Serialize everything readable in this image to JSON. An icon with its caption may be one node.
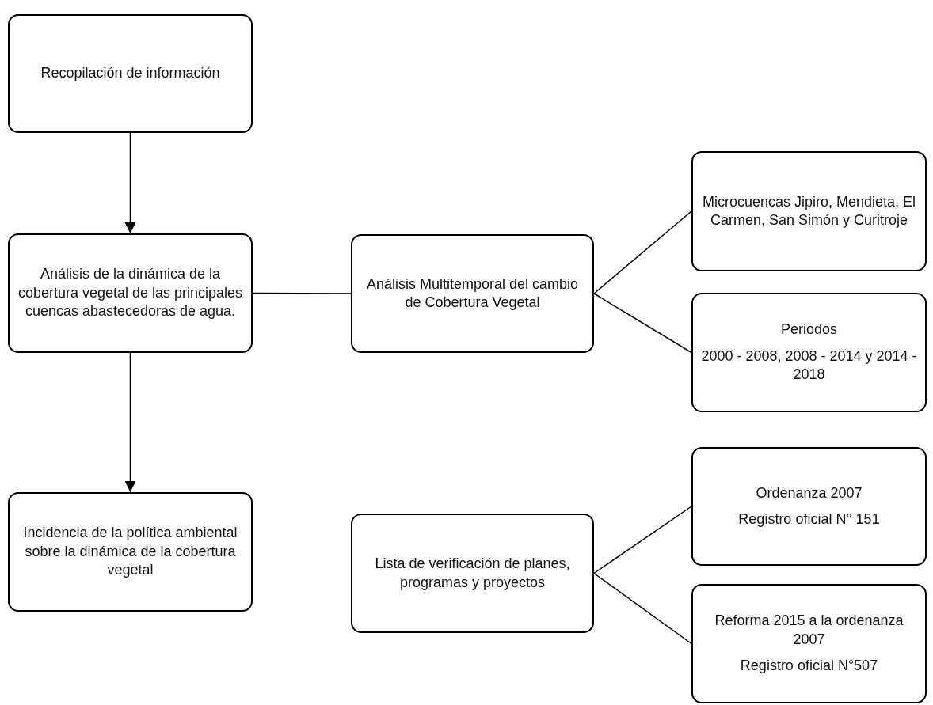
{
  "diagram": {
    "nodes": [
      {
        "text": [
          "Recopilación de información"
        ]
      },
      {
        "text": [
          "Análisis de la dinámica de la cobertura vegetal de las principales cuencas abastecedoras de agua."
        ]
      },
      {
        "text": [
          "Análisis Multitemporal del cambio de Cobertura Vegetal"
        ]
      },
      {
        "text": [
          "Microcuencas Jipiro, Mendieta, El Carmen, San Simón y Curitroje"
        ]
      },
      {
        "text": [
          "Periodos",
          "2000 - 2008, 2008 - 2014 y 2014 - 2018"
        ]
      },
      {
        "text": [
          "Incidencia de la política ambiental sobre la dinámica de la cobertura vegetal"
        ]
      },
      {
        "text": [
          "Lista de verificación de planes, programas y proyectos"
        ]
      },
      {
        "text": [
          "Ordenanza 2007",
          "Registro oficial N° 151"
        ]
      },
      {
        "text": [
          "Reforma 2015 a la ordenanza 2007",
          "Registro oficial N°507"
        ]
      }
    ],
    "edges": [
      {
        "from": 0,
        "to": 1,
        "arrow": "to"
      },
      {
        "from": 1,
        "to": 5,
        "arrow": "to"
      },
      {
        "from": 1,
        "to": 2,
        "arrow": "none"
      },
      {
        "from": 2,
        "to": 3,
        "arrow": "none"
      },
      {
        "from": 2,
        "to": 4,
        "arrow": "none"
      },
      {
        "from": 6,
        "to": 7,
        "arrow": "none"
      },
      {
        "from": 6,
        "to": 8,
        "arrow": "none"
      }
    ]
  }
}
